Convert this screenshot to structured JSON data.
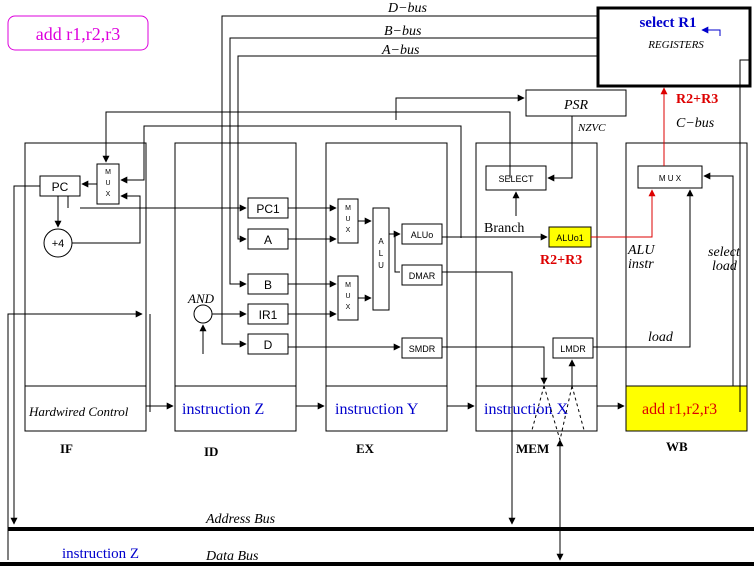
{
  "colors": {
    "blue": "#0000cc",
    "red": "#dd0000",
    "magenta": "#dd00dd",
    "yellow": "#ffff00"
  },
  "top_label": "add r1,r2,r3",
  "buses": {
    "d": "D−bus",
    "b": "B−bus",
    "a": "A−bus",
    "c": "C−bus",
    "address": "Address Bus",
    "data": "Data Bus",
    "data_bus_instruction": "instruction Z"
  },
  "registers": {
    "select": "select R1",
    "label": "REGISTERS"
  },
  "psr": {
    "label": "PSR",
    "flags": "NZVC"
  },
  "stages": {
    "if": {
      "name": "IF",
      "pc": "PC",
      "mux": "M U X",
      "plus4": "+4",
      "control": "Hardwired Control"
    },
    "id": {
      "name": "ID",
      "pc1": "PC1",
      "a": "A",
      "b": "B",
      "ir1": "IR1",
      "d": "D",
      "and": "AND",
      "instruction": "instruction Z"
    },
    "ex": {
      "name": "EX",
      "mux1": "M U X",
      "mux2": "M U X",
      "alu": "A L U",
      "aluo": "ALUo",
      "dmar": "DMAR",
      "smdr": "SMDR",
      "instruction": "instruction Y"
    },
    "mem": {
      "name": "MEM",
      "select": "SELECT",
      "branch": "Branch",
      "aluo1": "ALUo1",
      "r2r3": "R2+R3",
      "lmdr": "LMDR",
      "instruction": "instruction X"
    },
    "wb": {
      "name": "WB",
      "mux": "M U X",
      "r2r3": "R2+R3",
      "alu_instr_1": "ALU",
      "alu_instr_2": "instr",
      "select_load_1": "select",
      "select_load_2": "load",
      "load": "load",
      "instruction": "add r1,r2,r3"
    }
  }
}
